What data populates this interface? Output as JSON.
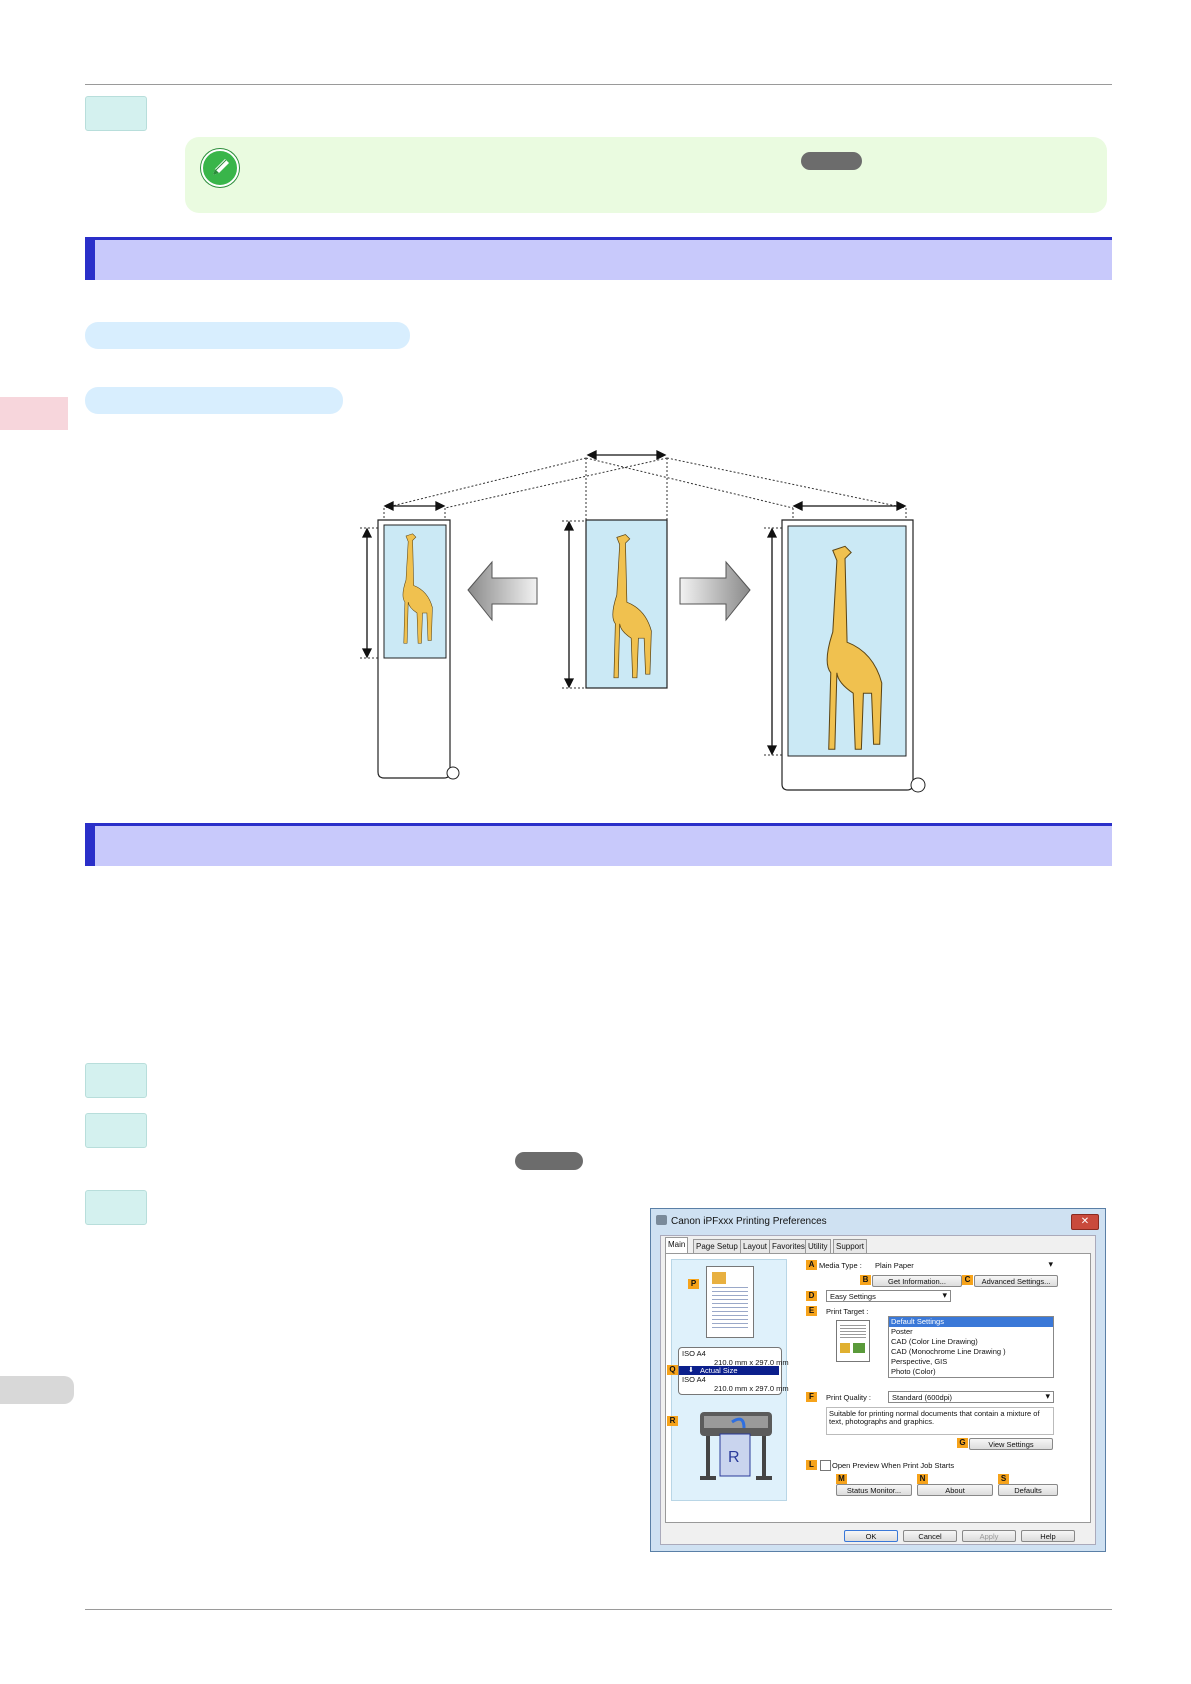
{
  "page": {
    "side_tab_color": "#f7d6dc",
    "section_color": "#c8c9fb",
    "section_border_color": "#2a2fc9"
  },
  "note": {
    "icon": "pencil-note-icon"
  },
  "illustration": {
    "description_icons": [
      "giraffe-image",
      "left-arrow-icon",
      "right-arrow-icon",
      "roll-paper"
    ]
  },
  "dialog": {
    "title": "Canon iPFxxx Printing Preferences",
    "close_label": "✕",
    "tabs": [
      "Main",
      "Page Setup",
      "Layout",
      "Favorites",
      "Utility",
      "Support"
    ],
    "media_type_label": "Media Type :",
    "media_type_value": "Plain Paper",
    "get_information_label": "Get Information...",
    "advanced_settings_label": "Advanced Settings...",
    "easy_settings_value": "Easy Settings",
    "print_target_label": "Print Target :",
    "print_targets": [
      "Default Settings",
      "Poster",
      "CAD (Color Line Drawing)",
      "CAD (Monochrome Line Drawing )",
      "Perspective, GIS",
      "Photo (Color)"
    ],
    "print_quality_label": "Print Quality :",
    "print_quality_value": "Standard (600dpi)",
    "description": "Suitable for printing normal documents that contain a mixture of text, photographs and graphics.",
    "view_settings_label": "View Settings",
    "open_preview_label": "Open Preview When Print Job Starts",
    "status_monitor_label": "Status Monitor...",
    "about_label": "About",
    "defaults_label": "Defaults",
    "ok_label": "OK",
    "cancel_label": "Cancel",
    "apply_label": "Apply",
    "help_label": "Help",
    "paper_top_label": "ISO A4",
    "paper_top_size": "210.0 mm x 297.0 mm",
    "actual_size_label": "Actual Size",
    "paper_bottom_label": "ISO A4",
    "paper_bottom_size": "210.0 mm x 297.0 mm",
    "letters": {
      "A": "A",
      "B": "B",
      "C": "C",
      "D": "D",
      "E": "E",
      "F": "F",
      "G": "G",
      "L": "L",
      "M": "M",
      "N": "N",
      "S": "S",
      "P": "P",
      "Q": "Q",
      "R": "R"
    }
  }
}
